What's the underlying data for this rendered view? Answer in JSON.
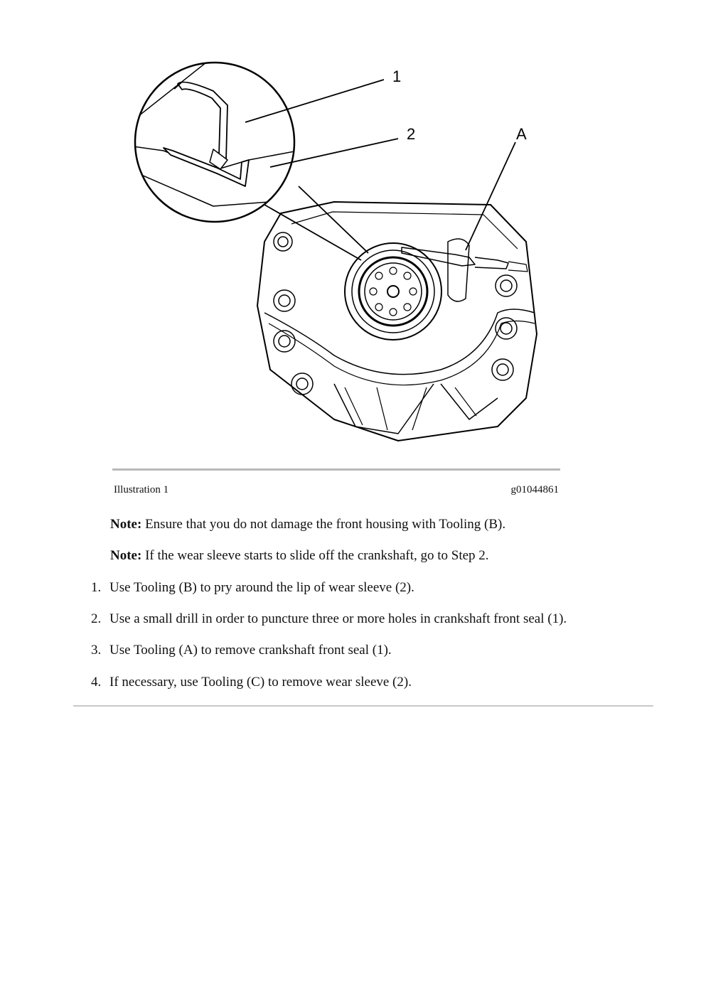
{
  "figure": {
    "callouts": [
      "1",
      "2",
      "A"
    ]
  },
  "caption": {
    "label": "Illustration 1",
    "code": "g01044861"
  },
  "notes": [
    {
      "prefix": "Note:",
      "text": " Ensure that you do not damage the front housing with Tooling (B)."
    },
    {
      "prefix": "Note:",
      "text": " If the wear sleeve starts to slide off the crankshaft, go to Step 2."
    }
  ],
  "steps": [
    {
      "num": "1.",
      "text": "Use Tooling (B) to pry around the lip of wear sleeve (2)."
    },
    {
      "num": "2.",
      "text": "Use a small drill in order to puncture three or more holes in crankshaft front seal (1)."
    },
    {
      "num": "3.",
      "text": "Use Tooling (A) to remove crankshaft front seal (1)."
    },
    {
      "num": "4.",
      "text": "If necessary, use Tooling (C) to remove wear sleeve (2)."
    }
  ]
}
